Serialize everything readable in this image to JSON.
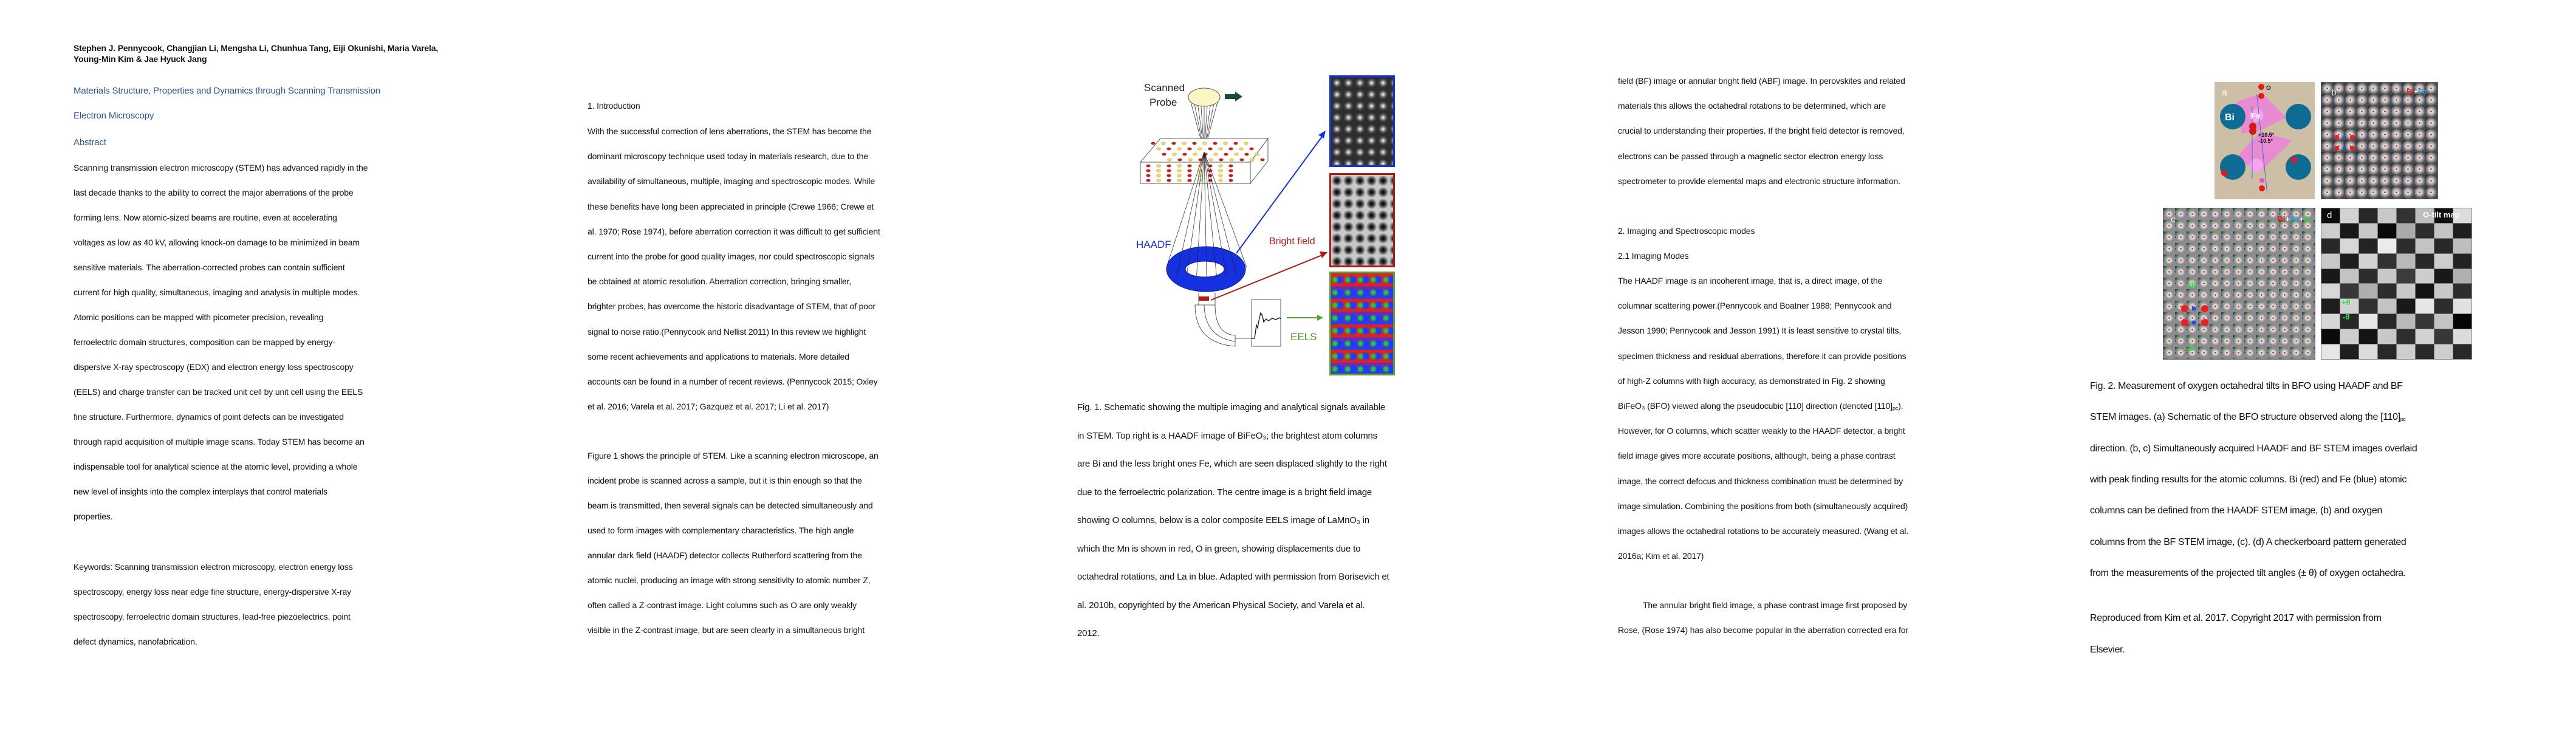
{
  "page1": {
    "authors": "Stephen J. Pennycook, Changjian Li, Mengsha Li, Chunhua Tang, Eiji Okunishi, Maria Varela, Young-Min Kim & Jae Hyuck Jang",
    "title_lines": [
      "Materials Structure, Properties and Dynamics through Scanning Transmission",
      "Electron Microscopy"
    ],
    "abstract_heading": "Abstract",
    "abstract_lines": [
      "Scanning transmission electron microscopy (STEM) has advanced rapidly in the",
      "last decade thanks to the ability to correct the major aberrations of the probe",
      "forming lens. Now atomic-sized beams are routine, even at accelerating",
      "voltages as low as 40 kV, allowing knock-on damage to be minimized in beam",
      "sensitive materials. The aberration-corrected probes can contain sufficient",
      "current for high quality, simultaneous, imaging and analysis in multiple modes.",
      "Atomic positions can be mapped with picometer precision, revealing",
      "ferroelectric domain structures, composition can be mapped by energy-",
      "dispersive X-ray spectroscopy (EDX) and electron energy loss spectroscopy",
      "(EELS) and charge transfer can be tracked unit cell by unit cell using the EELS",
      "fine structure. Furthermore, dynamics of point defects can be investigated",
      "through rapid acquisition of multiple image scans. Today STEM has become an",
      "indispensable tool for analytical science at the atomic level, providing a whole",
      "new level of insights into the complex interplays that control materials",
      "properties."
    ],
    "keywords_lines": [
      "Keywords: Scanning transmission electron microscopy, electron energy loss",
      "spectroscopy, energy loss near edge fine structure, energy-dispersive X-ray",
      "spectroscopy, ferroelectric domain structures, lead-free piezoelectrics, point",
      "defect dynamics, nanofabrication."
    ]
  },
  "page2": {
    "heading": "1. Introduction",
    "para1_lines": [
      "With the successful correction of lens aberrations, the STEM has become the",
      "dominant microscopy technique used today in materials research, due to the",
      "availability of simultaneous, multiple, imaging and spectroscopic modes. While",
      "these benefits have long been appreciated in principle (Crewe 1966; Crewe et",
      "al. 1970; Rose 1974), before aberration correction it was difficult to get sufficient",
      "current into the probe for good quality images, nor could spectroscopic signals",
      "be obtained at atomic resolution. Aberration correction, bringing smaller,",
      "brighter probes, has overcome the historic disadvantage of STEM, that of poor",
      "signal to noise ratio.(Pennycook and Nellist 2011) In this review we highlight",
      "some recent achievements and applications to materials. More detailed",
      "accounts can be found in a number of recent reviews. (Pennycook 2015; Oxley",
      "et al. 2016; Varela et al. 2017; Gazquez et al. 2017; Li et al. 2017)"
    ],
    "para2_lines": [
      "Figure 1 shows the principle of STEM. Like a scanning electron microscope, an",
      "incident probe is scanned across a sample, but it is thin enough so that the",
      "beam is transmitted, then several signals can be detected simultaneously and",
      "used to form images with complementary characteristics. The high angle",
      "annular dark field (HAADF) detector collects Rutherford scattering from the",
      "atomic nuclei, producing an image with strong sensitivity to atomic number Z,",
      "often called a Z-contrast image. Light columns such as O are only weakly",
      "visible in the Z-contrast image, but are seen clearly in a simultaneous bright"
    ]
  },
  "page3": {
    "figure": {
      "scanned": "Scanned",
      "probe": "Probe",
      "haadf": "HAADF",
      "bright_field": "Bright field",
      "eels": "EELS"
    },
    "caption_lines": [
      "Fig. 1. Schematic showing the multiple imaging and analytical signals available",
      "in STEM. Top right is a HAADF image of BiFeO₃; the brightest atom columns",
      "are Bi and the less bright ones Fe, which are seen displaced slightly to the right",
      "due to the ferroelectric polarization. The centre image is a bright field image",
      "showing O columns, below is a color composite EELS image of LaMnO₃ in",
      "which the Mn is shown in red, O in green, showing displacements due to",
      "octahedral rotations, and La in blue. Adapted with permission from Borisevich et",
      "al. 2010b, copyrighted by the American Physical Society, and Varela et al.",
      "2012."
    ]
  },
  "page4": {
    "para0_lines": [
      "field (BF) image or annular bright field (ABF) image. In perovskites and related",
      "materials this allows the octahedral rotations to be determined, which are",
      "crucial to understanding their properties. If the bright field detector is removed,",
      "electrons can be passed through a magnetic sector electron energy loss",
      "spectrometer to provide elemental maps and electronic structure information."
    ],
    "section_heading": "2. Imaging and Spectroscopic modes",
    "subsection_heading": "2.1 Imaging Modes",
    "para1_lines": [
      "The HAADF image is an incoherent image, that is, a direct image, of the",
      "columnar scattering power.(Pennycook and Boatner 1988; Pennycook and",
      "Jesson 1990; Pennycook and Jesson 1991) It is least sensitive to crystal tilts,",
      "specimen thickness and residual aberrations, therefore it can provide positions",
      "of high-Z columns with high accuracy, as demonstrated in Fig. 2 showing",
      {
        "pre": "BiFeO₃ (BFO) viewed along the pseudocubic [110] direction (denoted [110]",
        "sub": "pc",
        "post": ")."
      },
      "However, for O columns, which scatter weakly to the HAADF detector, a bright",
      "field image gives more accurate positions, although, being a phase contrast",
      "image, the correct defocus and thickness combination must be determined by",
      "image simulation. Combining the positions from both (simultaneously acquired)",
      "images allows the octahedral rotations to be accurately measured. (Wang et al.",
      "2016a; Kim et al. 2017)"
    ],
    "para2_lines": [
      "The annular bright field image, a phase contrast image first proposed by",
      "Rose, (Rose 1974) has also become popular in the aberration corrected era for"
    ]
  },
  "page5": {
    "figure": {
      "panel_a": "a",
      "panel_b": "b",
      "panel_c": "c",
      "panel_d": "d",
      "bi": "Bi",
      "fe": "Fe",
      "o": "O",
      "plus_angle": "+10.5°",
      "minus_angle": "-10.5°",
      "b_legend": {
        "bi": "Bi",
        "plus": "+",
        "fe": "Fe"
      },
      "c_legend": {
        "bi": "Bi",
        "plus1": "+",
        "fe": "Fe",
        "plus2": "+",
        "o": "O"
      },
      "plus_theta": "+θ",
      "minus_theta": "-θ",
      "tilt_map": "O-tilt map"
    },
    "caption_lines": [
      "Fig. 2. Measurement of oxygen octahedral tilts in BFO using HAADF and BF",
      {
        "pre": "STEM images. (a) Schematic of the BFO structure observed along the [110]",
        "sub": "pc",
        "post": ""
      },
      "direction. (b, c) Simultaneously acquired HAADF and BF STEM images overlaid",
      "with peak finding results for the atomic columns. Bi (red) and Fe (blue) atomic",
      "columns can be defined from the HAADF STEM image, (b) and oxygen",
      "columns from the BF STEM image, (c). (d) A checkerboard pattern generated",
      "from the measurements of the projected tilt angles (± θ) of oxygen octahedra."
    ],
    "credit_lines": [
      "Reproduced from Kim et al. 2017. Copyright 2017 with permission from",
      "Elsevier."
    ]
  },
  "colors": {
    "title_blue": "#2f5597",
    "haadf_blue": "#1530e0",
    "bf_red": "#b01818",
    "eels_green": "#5aa03a"
  }
}
